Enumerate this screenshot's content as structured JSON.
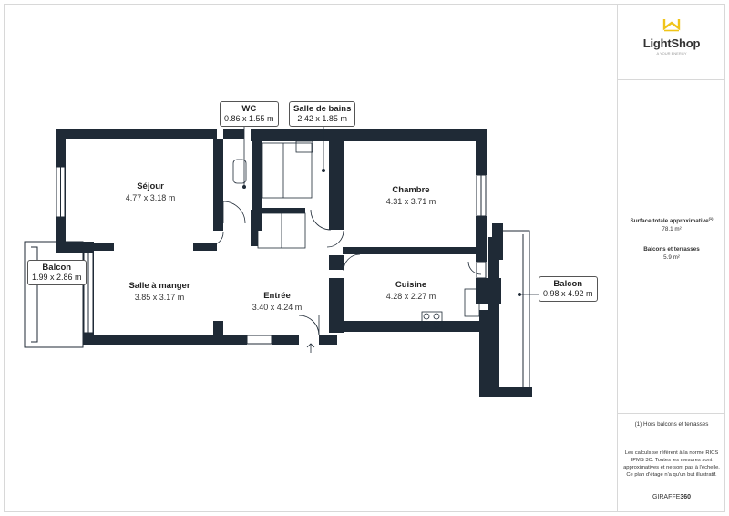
{
  "brand": {
    "name": "LightShop",
    "tagline": "A YOUR ENERGY"
  },
  "accent_color": "#f0c419",
  "wall_color": "#1f2a36",
  "rooms": {
    "sejour": {
      "name": "Séjour",
      "size": "4.77 x 3.18 m"
    },
    "salle_manger": {
      "name": "Salle à manger",
      "size": "3.85 x 3.17 m"
    },
    "entree": {
      "name": "Entrée",
      "size": "3.40 x 4.24 m"
    },
    "chambre": {
      "name": "Chambre",
      "size": "4.31 x 3.71 m"
    },
    "cuisine": {
      "name": "Cuisine",
      "size": "4.28 x 2.27 m"
    }
  },
  "tags": {
    "wc": {
      "name": "WC",
      "size": "0.86 x 1.55 m"
    },
    "sdb": {
      "name": "Salle de bains",
      "size": "2.42 x 1.85 m"
    },
    "balcon_left": {
      "name": "Balcon",
      "size": "1.99 x 2.86 m"
    },
    "balcon_right": {
      "name": "Balcon",
      "size": "0.98 x 4.92 m"
    }
  },
  "summary": {
    "total_label": "Surface totale approximative",
    "total_sup": "(1)",
    "total_value": "78.1 m²",
    "balcony_label": "Balcons et terrasses",
    "balcony_value": "5.9 m²",
    "footnote": "(1) Hors balcons et terrasses",
    "disclaimer": "Les calculs se réfèrent à la norme RICS IPMS 3C. Toutes les mesures sont approximatives et ne sont pas à l'échelle. Ce plan d'étage n'a qu'un but illustratif.",
    "footer_prefix": "GIRAFFE",
    "footer_suffix": "360"
  }
}
